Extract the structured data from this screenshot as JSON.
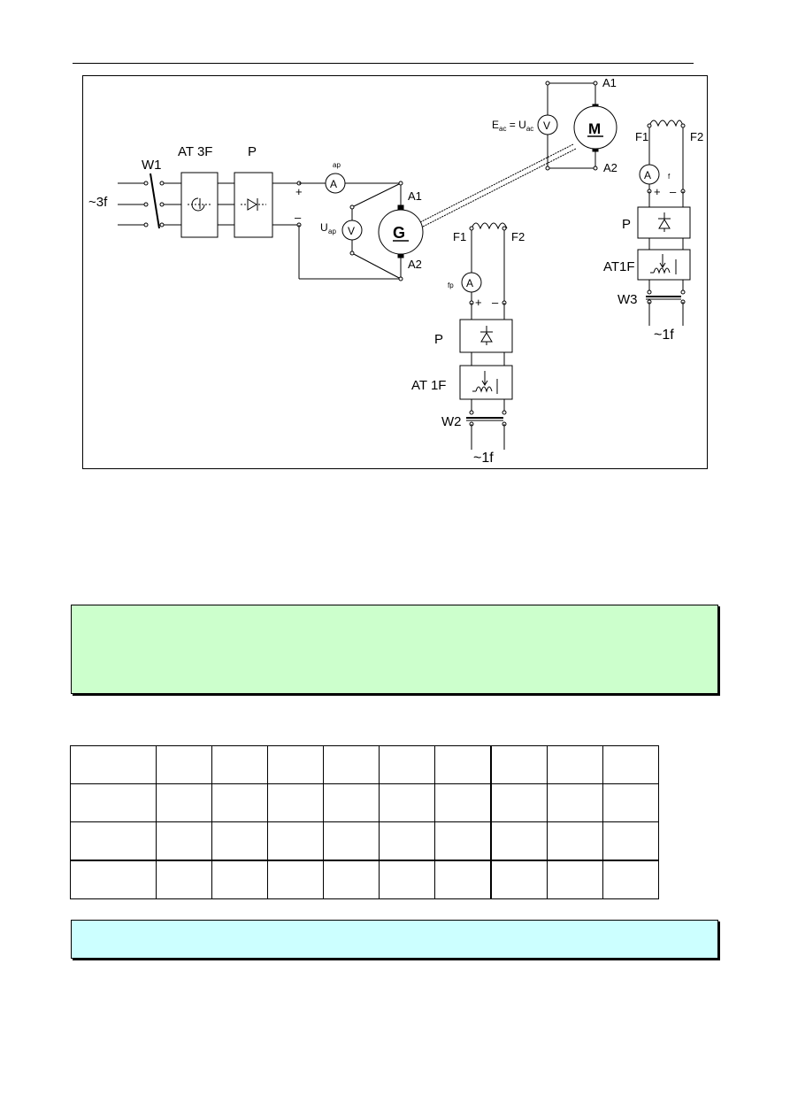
{
  "diagram": {
    "labels": {
      "w1": "W1",
      "at3f": "AT 3F",
      "p_main": "P",
      "supply_3f": "~3f",
      "plus_main": "+",
      "minus_main": "–",
      "ammeter_sub_gen": "ap",
      "ammeter": "A",
      "uap_main": "U",
      "uap_sub": "ap",
      "voltmeter": "V",
      "gen_a1": "A1",
      "gen_a2": "A2",
      "generator": "G",
      "motor": "M",
      "motor_a1": "A1",
      "motor_a2": "A2",
      "eac_main": "E",
      "eac_sub": "ac",
      "eq": " = ",
      "uac_main": "U",
      "uac_sub": "ac",
      "gen_f1": "F1",
      "gen_f2": "F2",
      "fp_sub": "fp",
      "plus_gf": "+",
      "minus_gf": "–",
      "p_gen_field": "P",
      "at1f_gen": "AT 1F",
      "w2": "W2",
      "supply_1f_gen": "~1f",
      "mot_f1": "F1",
      "mot_f2": "F2",
      "f_sub": "f",
      "plus_mf": "+",
      "minus_mf": "–",
      "p_mot_field": "P",
      "at1f_mot": "AT1F",
      "w3": "W3",
      "supply_1f_mot": "~1f"
    }
  }
}
